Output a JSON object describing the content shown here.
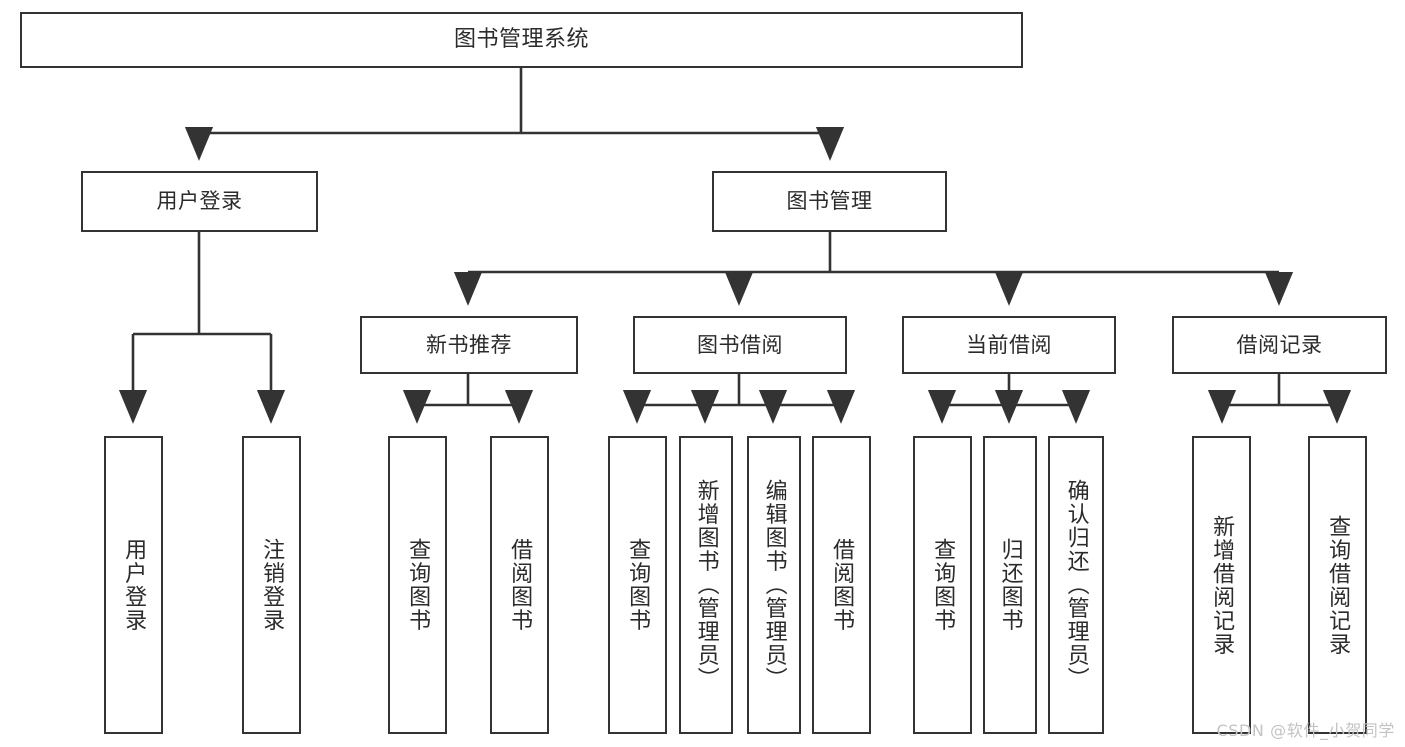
{
  "diagram": {
    "title": "图书管理系统",
    "type": "hierarchy-tree",
    "root": {
      "label": "图书管理系统"
    },
    "level2": [
      {
        "key": "user-login",
        "label": "用户登录"
      },
      {
        "key": "book-management",
        "label": "图书管理"
      }
    ],
    "level3": [
      {
        "key": "new-book-recommend",
        "label": "新书推荐",
        "parent": "book-management"
      },
      {
        "key": "book-borrow",
        "label": "图书借阅",
        "parent": "book-management"
      },
      {
        "key": "current-borrow",
        "label": "当前借阅",
        "parent": "book-management"
      },
      {
        "key": "borrow-record",
        "label": "借阅记录",
        "parent": "book-management"
      }
    ],
    "leaves": [
      {
        "key": "leaf-user-login",
        "label": "用户登录",
        "parent": "user-login"
      },
      {
        "key": "leaf-user-logout",
        "label": "注销登录",
        "parent": "user-login"
      },
      {
        "key": "leaf-query-book-1",
        "label": "查询图书",
        "parent": "new-book-recommend"
      },
      {
        "key": "leaf-borrow-book-1",
        "label": "借阅图书",
        "parent": "new-book-recommend"
      },
      {
        "key": "leaf-query-book-2",
        "label": "查询图书",
        "parent": "book-borrow"
      },
      {
        "key": "leaf-add-book",
        "label": "新增图书（管理员）",
        "parent": "book-borrow"
      },
      {
        "key": "leaf-edit-book",
        "label": "编辑图书（管理员）",
        "parent": "book-borrow"
      },
      {
        "key": "leaf-borrow-book-2",
        "label": "借阅图书",
        "parent": "book-borrow"
      },
      {
        "key": "leaf-query-book-3",
        "label": "查询图书",
        "parent": "current-borrow"
      },
      {
        "key": "leaf-return-book",
        "label": "归还图书",
        "parent": "current-borrow"
      },
      {
        "key": "leaf-confirm-return",
        "label": "确认归还（管理员）",
        "parent": "current-borrow"
      },
      {
        "key": "leaf-add-record",
        "label": "新增借阅记录",
        "parent": "borrow-record"
      },
      {
        "key": "leaf-query-record",
        "label": "查询借阅记录",
        "parent": "borrow-record"
      }
    ],
    "colors": {
      "stroke": "#333333",
      "fill": "#ffffff",
      "text": "#2b2b2b",
      "watermark": "#c3c3c3"
    }
  },
  "watermark": {
    "text": "CSDN @软件_小贺同学"
  }
}
